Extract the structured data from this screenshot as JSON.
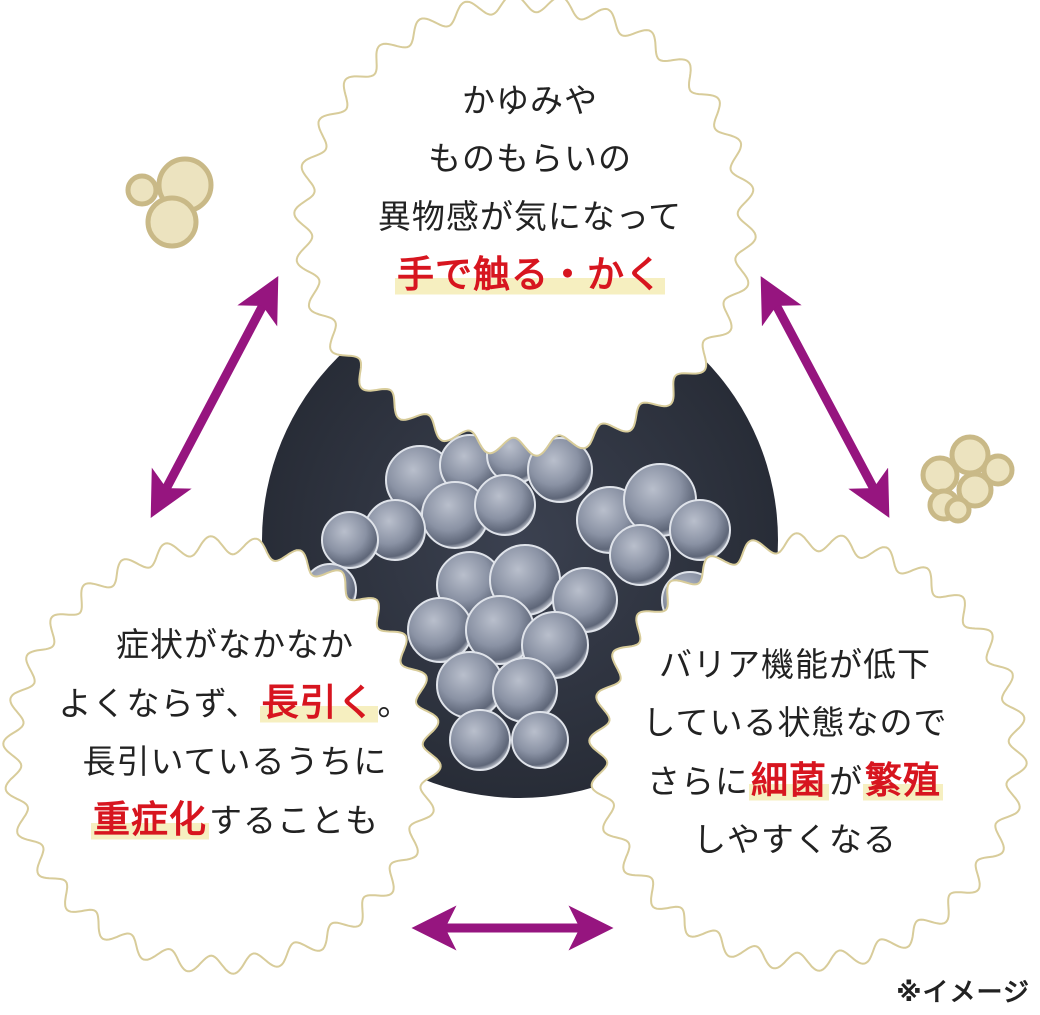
{
  "bubbles": {
    "top": {
      "lines": [
        "かゆみや",
        "ものもらいの",
        "異物感が気になって"
      ],
      "highlight": "手で触る・かく"
    },
    "left": {
      "line1": "症状がなかなか",
      "line2_before": "よくならず、",
      "line2_highlight": "長引く",
      "line2_after": "。",
      "line3": "長引いているうちに",
      "line4_highlight": "重症化",
      "line4_after": "することも"
    },
    "right": {
      "line1": "バリア機能が低下",
      "line2": "している状態なので",
      "line3_before": "さらに",
      "line3_highlight1": "細菌",
      "line3_middle": "が",
      "line3_highlight2": "繁殖",
      "line4": "しやすくなる"
    }
  },
  "note": "※イメージ",
  "colors": {
    "arrow": "#96157f",
    "highlight_text": "#d7151f",
    "highlight_marker": "#f6efc0",
    "bubble_outline": "#d8cc9a",
    "decor_circle_fill": "#ece3bf",
    "decor_circle_stroke": "#c9b987",
    "micro_background": "#2e3340"
  },
  "icons": [
    "double-arrow-icon",
    "bacteria-cluster-icon"
  ]
}
